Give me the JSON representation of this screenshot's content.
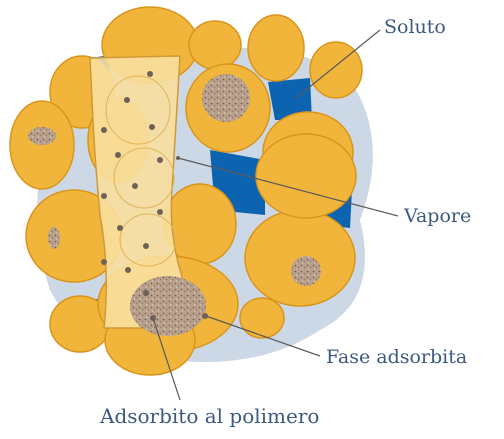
{
  "labels": {
    "soluto": "Soluto",
    "vapore": "Vapore",
    "fase_adsorbita": "Fase adsorbita",
    "adsorbito_al_polimero": "Adsorbito al polimero"
  },
  "colors": {
    "particle": "#f2b53b",
    "particle_stroke": "#d9951c",
    "pore_light": "#ccd8e6",
    "pore_solute": "#0c63b0",
    "polymer_band": "#f8df9f",
    "adsorbed_core": "#b59d8a",
    "label_text": "#3c5a80",
    "leader_line": "#5a5a5a"
  }
}
